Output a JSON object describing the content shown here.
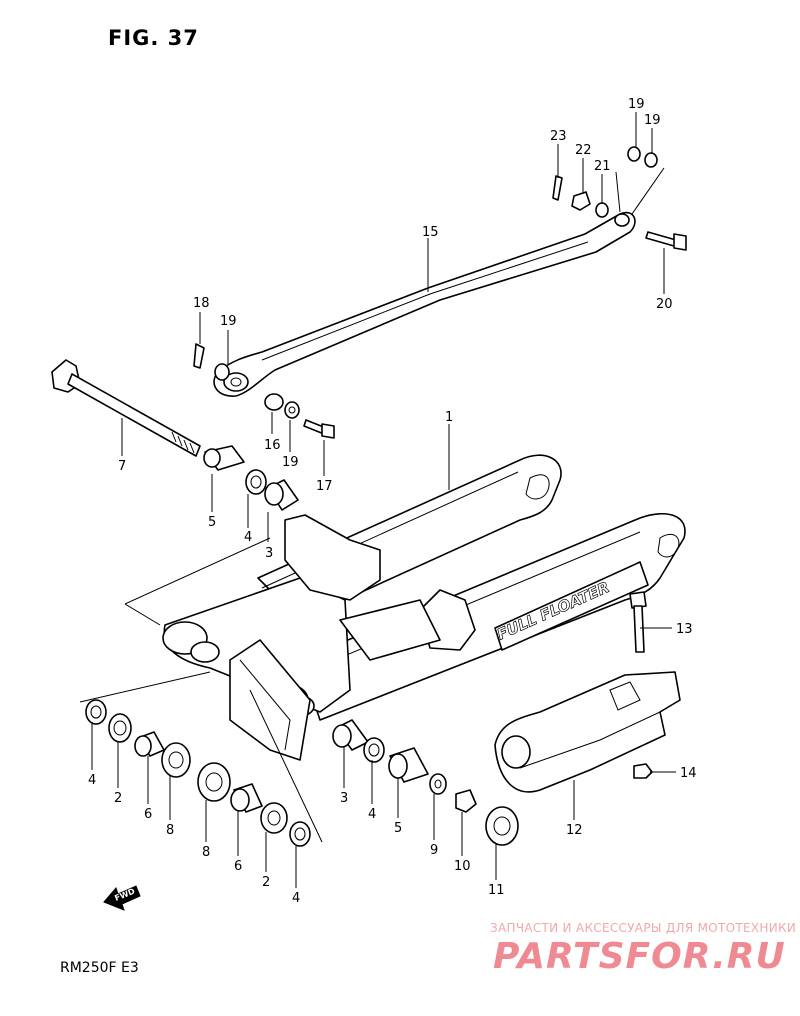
{
  "figure": {
    "title": "FIG. 37",
    "model": "RM250F  E3"
  },
  "watermark": {
    "line1": "ЗАПЧАСТИ И АКСЕССУАРЫ ДЛЯ МОТОТЕХНИКИ",
    "logo": "PARTSFOR.RU",
    "color": "#f08a92"
  },
  "swingarm": {
    "decal_text": "FULL FLOATER"
  },
  "fwd_label": "FWD",
  "callouts": {
    "c1": "1",
    "c2a": "2",
    "c2b": "2",
    "c3a": "3",
    "c3b": "3",
    "c4a": "4",
    "c4b": "4",
    "c4c": "4",
    "c4d": "4",
    "c5a": "5",
    "c5b": "5",
    "c6a": "6",
    "c6b": "6",
    "c7": "7",
    "c8a": "8",
    "c8b": "8",
    "c9": "9",
    "c10": "10",
    "c11": "11",
    "c12": "12",
    "c13": "13",
    "c14": "14",
    "c15": "15",
    "c16": "16",
    "c17": "17",
    "c18": "18",
    "c19a": "19",
    "c19b": "19",
    "c19c": "19",
    "c19d": "19",
    "c20": "20",
    "c21": "21",
    "c22": "22",
    "c23": "23"
  }
}
